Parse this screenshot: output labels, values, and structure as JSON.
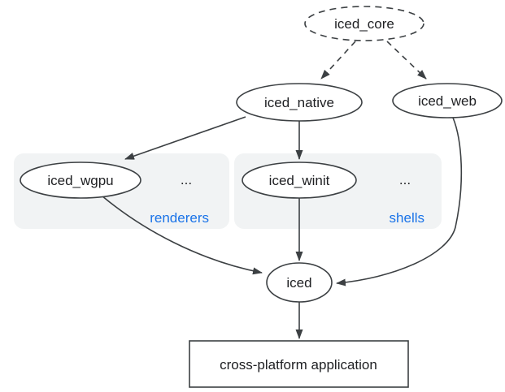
{
  "diagram": {
    "nodes": {
      "iced_core": {
        "label": "iced_core",
        "shape": "ellipse",
        "border": "dashed"
      },
      "iced_native": {
        "label": "iced_native",
        "shape": "ellipse",
        "border": "solid"
      },
      "iced_web": {
        "label": "iced_web",
        "shape": "ellipse",
        "border": "solid"
      },
      "iced_wgpu": {
        "label": "iced_wgpu",
        "shape": "ellipse",
        "border": "solid"
      },
      "iced_winit": {
        "label": "iced_winit",
        "shape": "ellipse",
        "border": "solid"
      },
      "iced": {
        "label": "iced",
        "shape": "ellipse",
        "border": "solid"
      },
      "app": {
        "label": "cross-platform application",
        "shape": "rect",
        "border": "solid"
      }
    },
    "groups": {
      "renderers": {
        "label": "renderers",
        "ellipsis": "...",
        "members": [
          "iced_wgpu"
        ]
      },
      "shells": {
        "label": "shells",
        "ellipsis": "...",
        "members": [
          "iced_winit"
        ]
      }
    },
    "edges": [
      {
        "from": "iced_core",
        "to": "iced_native",
        "style": "dashed"
      },
      {
        "from": "iced_core",
        "to": "iced_web",
        "style": "dashed"
      },
      {
        "from": "iced_native",
        "to": "iced_wgpu",
        "style": "solid"
      },
      {
        "from": "iced_native",
        "to": "iced_winit",
        "style": "solid"
      },
      {
        "from": "iced_wgpu",
        "to": "iced",
        "style": "solid"
      },
      {
        "from": "iced_winit",
        "to": "iced",
        "style": "solid"
      },
      {
        "from": "iced_web",
        "to": "iced",
        "style": "solid"
      },
      {
        "from": "iced",
        "to": "app",
        "style": "solid"
      }
    ]
  },
  "colors": {
    "accent_blue": "#1a73e8",
    "group_fill": "#f1f3f4",
    "stroke": "#3c4043",
    "text": "#202124",
    "background": "#ffffff"
  }
}
